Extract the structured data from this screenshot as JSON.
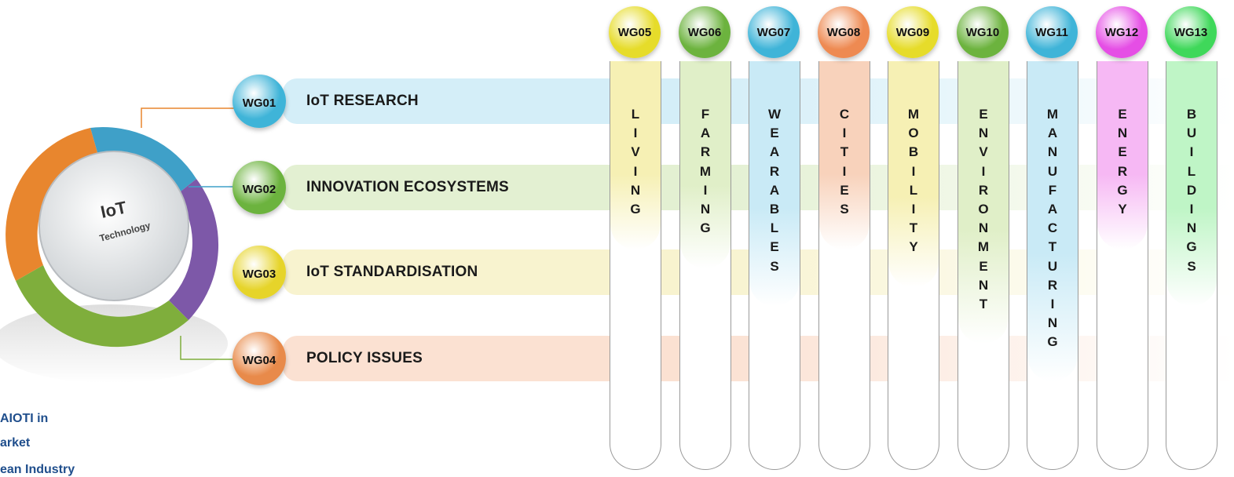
{
  "hub": {
    "title": "IoT",
    "subtitle": "Technology"
  },
  "horizontal_groups": [
    {
      "id": "WG01",
      "label": "IoT RESEARCH",
      "color": "#3fb4d8",
      "tint": "#d4eef8"
    },
    {
      "id": "WG02",
      "label": "INNOVATION ECOSYSTEMS",
      "color": "#6cb33e",
      "tint": "#e3f0d2"
    },
    {
      "id": "WG03",
      "label": "IoT STANDARDISATION",
      "color": "#e6d42a",
      "tint": "#f8f3cf"
    },
    {
      "id": "WG04",
      "label": "POLICY ISSUES",
      "color": "#e88a4a",
      "tint": "#fbe1d2"
    }
  ],
  "vertical_groups": [
    {
      "id": "WG05",
      "label": "LIVING",
      "color": "#e6dc2a",
      "tint": "#f6f0b4"
    },
    {
      "id": "WG06",
      "label": "FARMING",
      "color": "#6cb33e",
      "tint": "#e0efc8"
    },
    {
      "id": "WG07",
      "label": "WEARABLES",
      "color": "#3fb4d8",
      "tint": "#c9eaf6"
    },
    {
      "id": "WG08",
      "label": "CITIES",
      "color": "#ee8a52",
      "tint": "#f8d2bb"
    },
    {
      "id": "WG09",
      "label": "MOBILITY",
      "color": "#e6dc2a",
      "tint": "#f6f0b4"
    },
    {
      "id": "WG10",
      "label": "ENVIRONMENT",
      "color": "#6cb33e",
      "tint": "#e0efc8"
    },
    {
      "id": "WG11",
      "label": "MANUFACTURING",
      "color": "#3fb4d8",
      "tint": "#c9eaf6"
    },
    {
      "id": "WG12",
      "label": "ENERGY",
      "color": "#e54ee5",
      "tint": "#f6b8f4"
    },
    {
      "id": "WG13",
      "label": "BUILDINGS",
      "color": "#3fd85a",
      "tint": "#bff5c6"
    }
  ],
  "footer": {
    "line1": "AIOTI in",
    "line2": "arket",
    "line3": "ean Industry"
  }
}
